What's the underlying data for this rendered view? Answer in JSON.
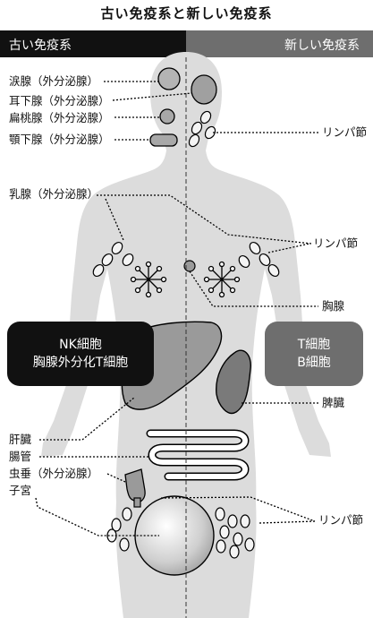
{
  "title": "古い免疫系と新しい免疫系",
  "header": {
    "old": "古い免疫系",
    "new": "新しい免疫系"
  },
  "left_labels": {
    "lacrimal": "涙腺（外分泌腺）",
    "parotid": "耳下腺（外分泌腺）",
    "tonsil": "扁桃腺（外分泌腺）",
    "submandibular": "顎下腺（外分泌腺）",
    "mammary": "乳腺（外分泌腺）",
    "liver": "肝臓",
    "intestine": "腸管",
    "appendix": "虫垂（外分泌腺）",
    "uterus": "子宮"
  },
  "right_labels": {
    "lymph_neck": "リンパ節",
    "lymph_chest": "リンパ節",
    "thymus": "胸腺",
    "spleen": "脾臓",
    "lymph_pelvis": "リンパ節"
  },
  "old_box": {
    "line1": "NK細胞",
    "line2": "胸腺外分化T細胞"
  },
  "new_box": {
    "line1": "T細胞",
    "line2": "B細胞"
  },
  "colors": {
    "old": "#111111",
    "new": "#6e6e6e",
    "body": "#dcdcdc",
    "organ": "#9a9a9a"
  }
}
